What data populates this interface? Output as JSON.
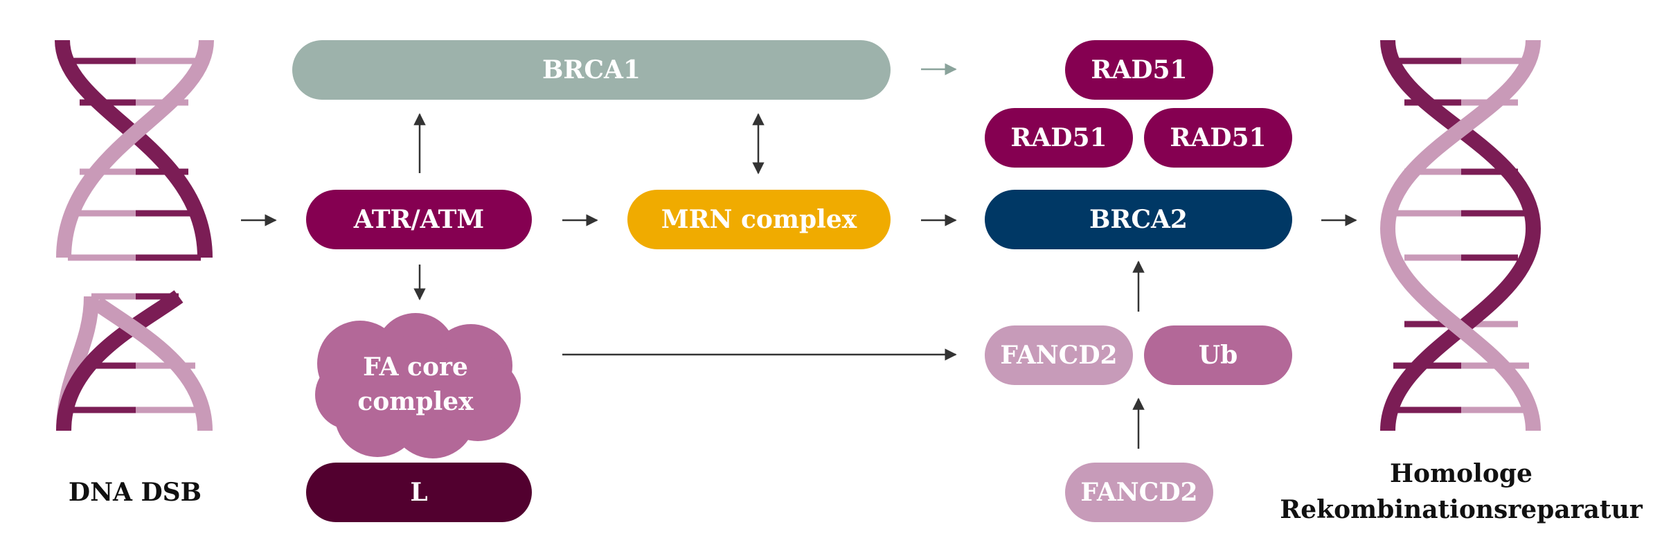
{
  "colors": {
    "brca1": "#9db2ab",
    "atr_atm": "#850051",
    "mrn": "#f0ab00",
    "brca2": "#003865",
    "rad51": "#850051",
    "fancd2_light": "#c79bb9",
    "ub": "#b36898",
    "fa_core": "#b36898",
    "l": "#52002f",
    "dna_dark": "#7b1d55",
    "dna_light": "#c99ab8",
    "arrow": "#333333"
  },
  "nodes": {
    "brca1": "BRCA1",
    "atr_atm": "ATR/ATM",
    "mrn_complex": "MRN complex",
    "brca2": "BRCA2",
    "rad51_top": "RAD51",
    "rad51_left": "RAD51",
    "rad51_right": "RAD51",
    "fancd2_bound": "FANCD2",
    "ub": "Ub",
    "fancd2_free": "FANCD2",
    "fa_core_line1": "FA core",
    "fa_core_line2": "complex",
    "l": "L"
  },
  "captions": {
    "dna_dsb": "DNA DSB",
    "hr_line1": "Homologe",
    "hr_line2": "Rekombinationsreparatur"
  }
}
